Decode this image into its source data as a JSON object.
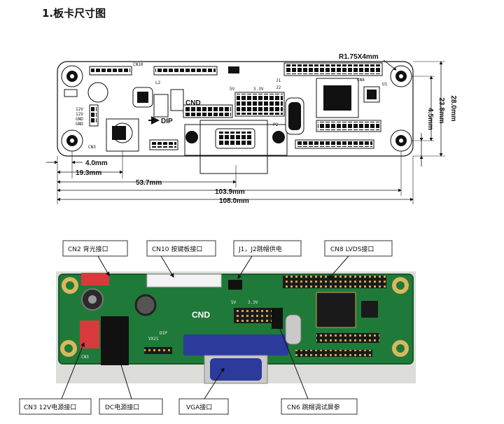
{
  "heading": "1.板卡尺寸图",
  "drawing": {
    "hole_note": "R1.75X4mm",
    "dims_horizontal": [
      "4.0mm",
      "19.3mm",
      "53.7mm",
      "103.9mm",
      "108.0mm"
    ],
    "dims_vertical": [
      "28.0mm",
      "23.8mm",
      "4.5mm"
    ],
    "silkscreen": {
      "dip": "DIP",
      "voltages": [
        "5V",
        "3.3V",
        "12V",
        "12V",
        "GND",
        "GND"
      ],
      "logo": "CND",
      "connectors": [
        "CN3",
        "CN8",
        "CN10",
        "U1",
        "P2",
        "J1",
        "J2",
        "L2"
      ]
    }
  },
  "photo": {
    "silkscreen": [
      "VX21",
      "CND",
      "5V",
      "3.3V",
      "DIP",
      "CN3"
    ]
  },
  "callouts": {
    "cn2": "CN2 背光接口",
    "cn10": "CN10 按键板接口",
    "j1j2": "J1，J2跳帽供电",
    "cn8": "CN8 LVDS接口",
    "cn3": "CN3 12V电源接口",
    "dc": "DC电源接口",
    "vga": "VGA接口",
    "cn6": "CN6 跳帽调试屏参"
  }
}
